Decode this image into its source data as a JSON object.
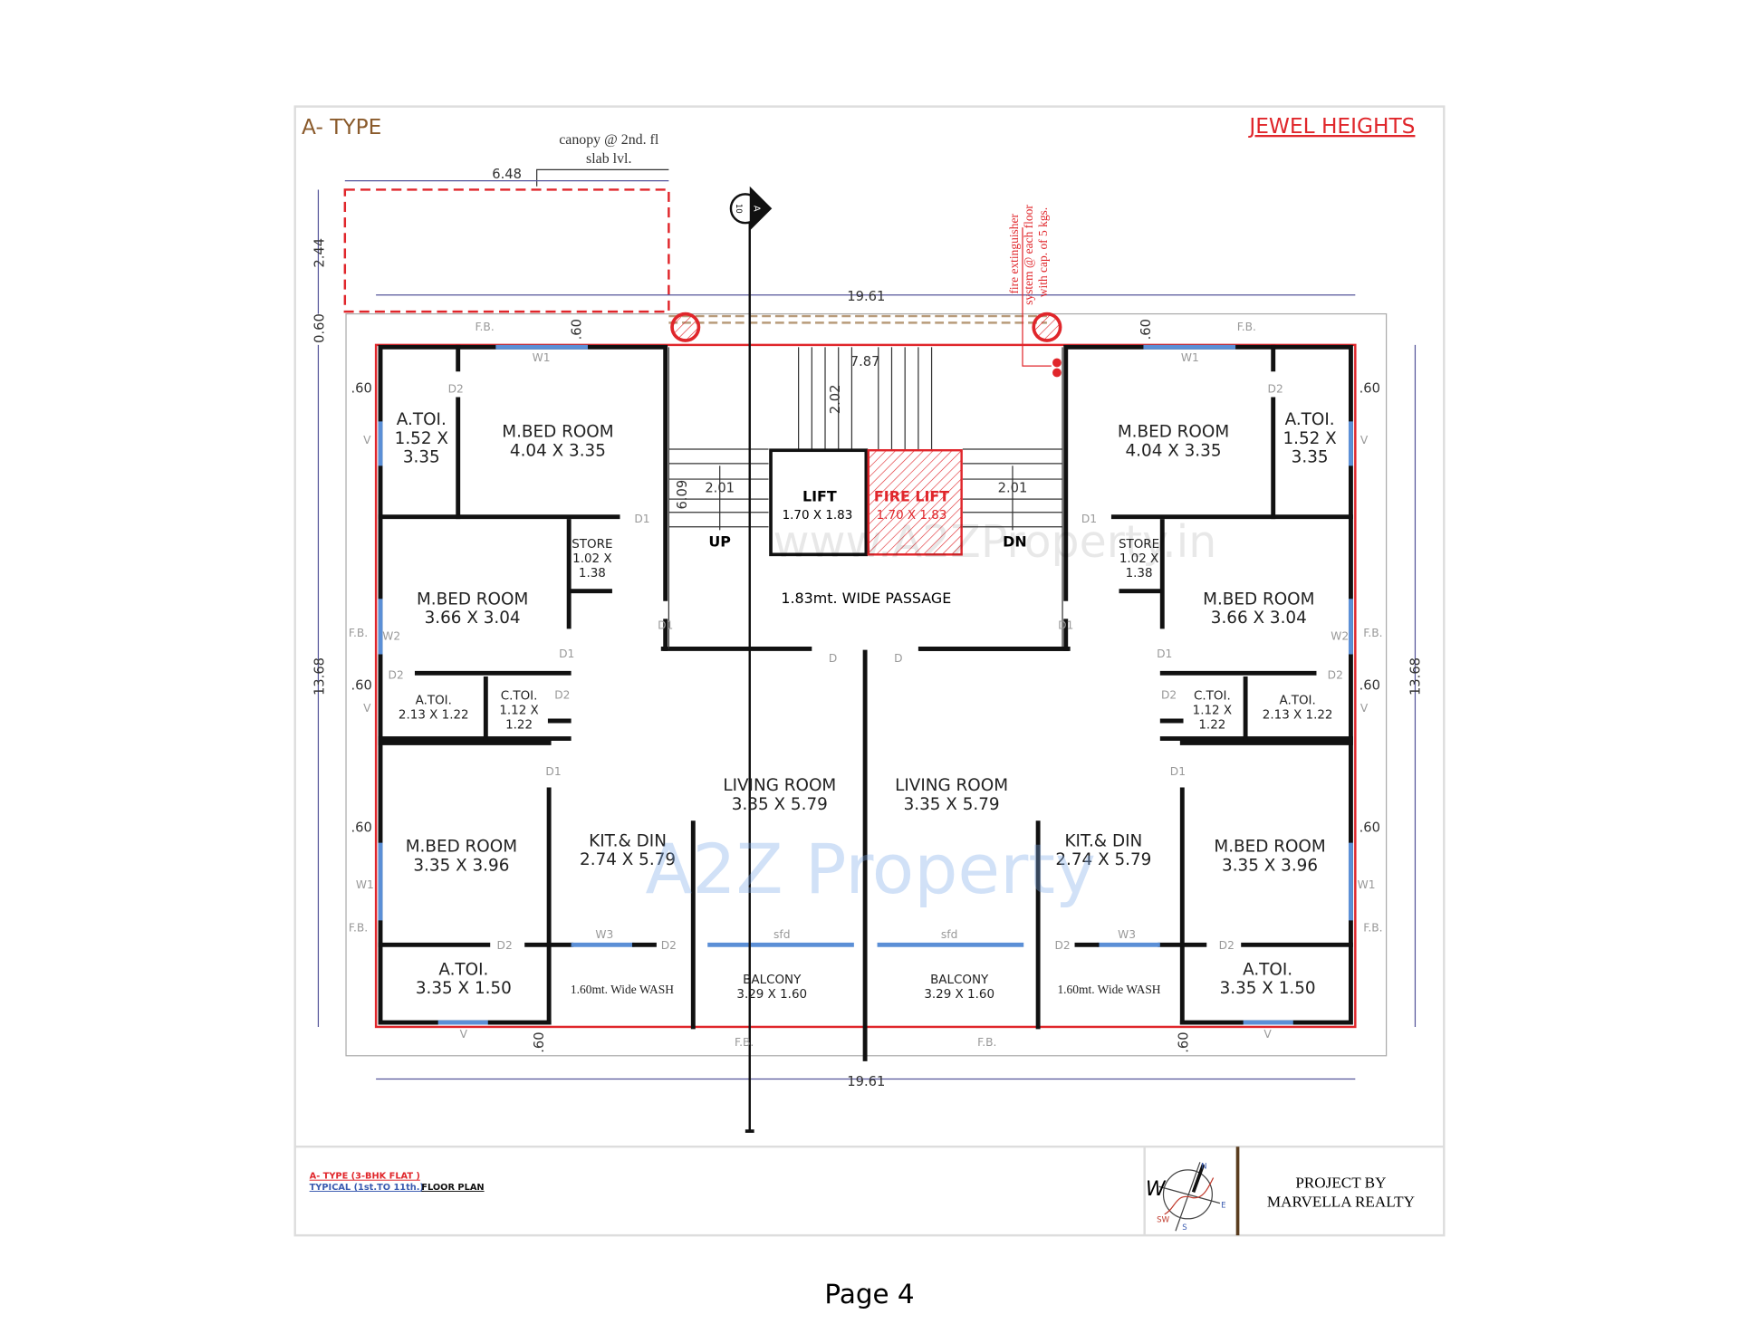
{
  "header": {
    "type_label": "A- TYPE",
    "project_name": "JEWEL HEIGHTS"
  },
  "annotations": {
    "canopy_line1": "canopy @ 2nd. fl",
    "canopy_line2": "slab lvl.",
    "fire_line1": "fire extinguisher",
    "fire_line2": "system @ each floor",
    "fire_line3": "with cap. of 5 kgs.",
    "section_mark": "A",
    "section_sheet": "10",
    "passage": "1.83mt. WIDE PASSAGE",
    "up": "UP",
    "dn": "DN"
  },
  "dimensions": {
    "overall_width": "19.61",
    "overall_depth": "13.68",
    "canopy_width": "6.48",
    "canopy_depth": "2.44",
    "offset": "0.60",
    "stair_width": "7.87",
    "stair_landing": "2.02",
    "stair_depth": "6.09",
    "flight": "2.01",
    "ledge": ".60"
  },
  "lifts": {
    "lift": "LIFT",
    "lift_size": "1.70 X 1.83",
    "fire_lift": "FIRE LIFT",
    "fire_lift_size": "1.70 X 1.83"
  },
  "rooms": [
    {
      "name": "A.TOI.",
      "size": "1.52 X 3.35"
    },
    {
      "name": "M.BED ROOM",
      "size": "4.04 X 3.35"
    },
    {
      "name": "M.BED ROOM",
      "size": "3.66 X 3.04"
    },
    {
      "name": "STORE",
      "size": "1.02 X 1.38"
    },
    {
      "name": "A.TOI.",
      "size": "2.13 X 1.22"
    },
    {
      "name": "C.TOI.",
      "size": "1.12 X 1.22"
    },
    {
      "name": "M.BED ROOM",
      "size": "3.35 X 3.96"
    },
    {
      "name": "KIT.& DIN",
      "size": "2.74 X 5.79"
    },
    {
      "name": "LIVING ROOM",
      "size": "3.35 X 5.79"
    },
    {
      "name": "A.TOI.",
      "size": "3.35 X 1.50"
    },
    {
      "name": "1.60mt. Wide WASH",
      "size": ""
    },
    {
      "name": "BALCONY",
      "size": "3.29 X 1.60"
    }
  ],
  "tags": {
    "fb": "F.B.",
    "w1": "W1",
    "w2": "W2",
    "w3": "W3",
    "d": "D",
    "d1": "D1",
    "d2": "D2",
    "v": "V",
    "sfd": "sfd"
  },
  "watermark": {
    "url": "www.A2ZProperty.in",
    "brand": "A2Z Property"
  },
  "title_block": {
    "line1": "A- TYPE (3-BHK FLAT )",
    "line2_a": "TYPICAL (1st.TO 11th.)",
    "line2_b": "FLOOR PLAN",
    "project_by": "PROJECT BY",
    "developer": "MARVELLA REALTY",
    "compass": {
      "w": "W",
      "n": "N",
      "e": "E",
      "s": "S",
      "sw": "SW"
    }
  },
  "footer": {
    "page": "Page 4"
  },
  "colors": {
    "red": "#e0262b",
    "brown": "#8a5a2b",
    "blue_window": "#5b8fd6",
    "dimension": "#55559a"
  }
}
